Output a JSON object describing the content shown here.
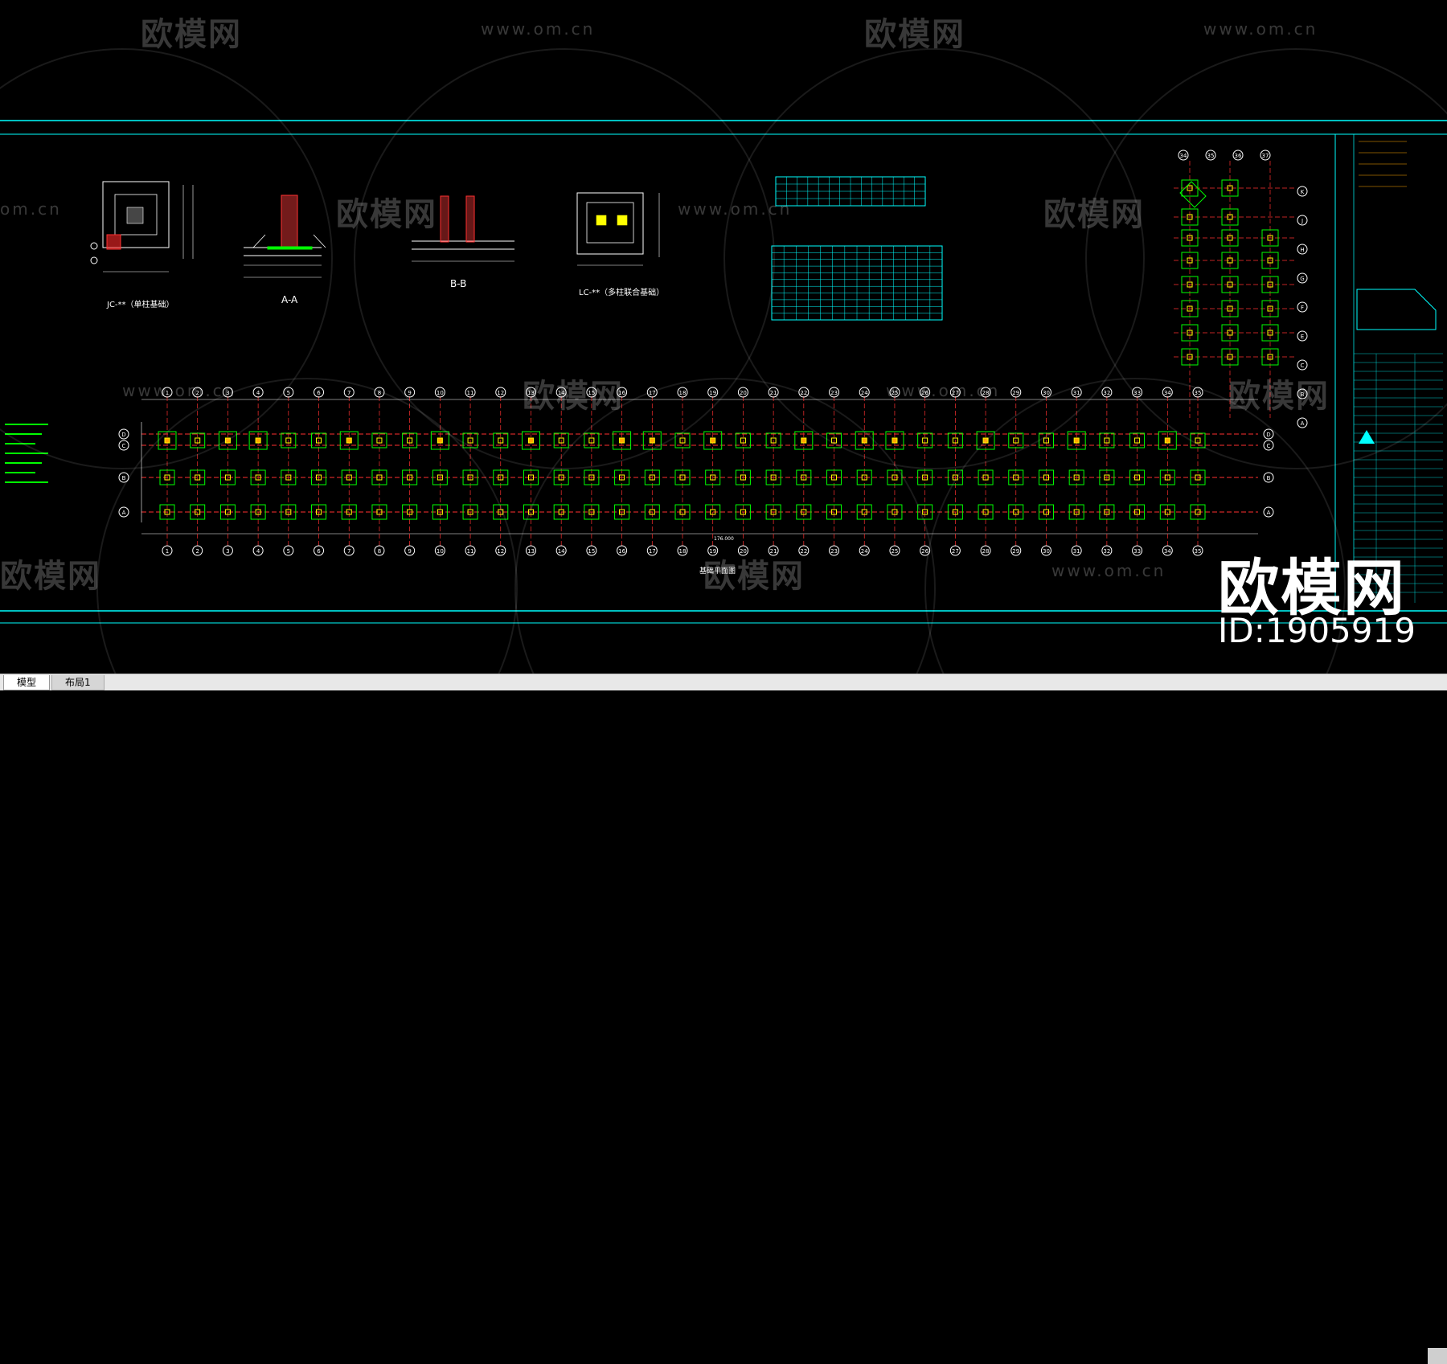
{
  "watermark": {
    "logo_text": "欧模网",
    "url_text": "www.om.cn",
    "partial_url": "om.cn",
    "partial_logo": "欧模网"
  },
  "brand": {
    "big_logo": "欧模网",
    "id_label": "ID:1905919"
  },
  "drawing": {
    "plan_title": "基础平面图",
    "section_a": "A-A",
    "section_b": "B-B",
    "detail_jc": "JC-**（单柱基础）",
    "detail_lc": "LC-**（多柱联合基础）",
    "total_dimension": "176.000",
    "grid_numbers": [
      "1",
      "2",
      "3",
      "4",
      "5",
      "6",
      "7",
      "8",
      "9",
      "10",
      "11",
      "12",
      "13",
      "14",
      "15",
      "16",
      "17",
      "18",
      "19",
      "20",
      "21",
      "22",
      "23",
      "24",
      "25",
      "26",
      "27",
      "28",
      "29",
      "30",
      "31",
      "32",
      "33",
      "34",
      "35"
    ],
    "axis_rows": [
      "D",
      "C",
      "B",
      "A"
    ],
    "right_axis_rows": [
      "K",
      "J",
      "H",
      "G",
      "F",
      "E",
      "C",
      "B",
      "A"
    ],
    "top_right_cols": [
      "34",
      "35",
      "36",
      "37"
    ]
  },
  "colors": {
    "background": "#000000",
    "frame": "#00ffff",
    "footing": "#00ff00",
    "column": "#ffff00",
    "axis_red": "#ff3030",
    "text_white": "#ffffff",
    "accent_orange": "#ffa500"
  },
  "tabs": {
    "model": "模型",
    "layout1": "布局1"
  }
}
